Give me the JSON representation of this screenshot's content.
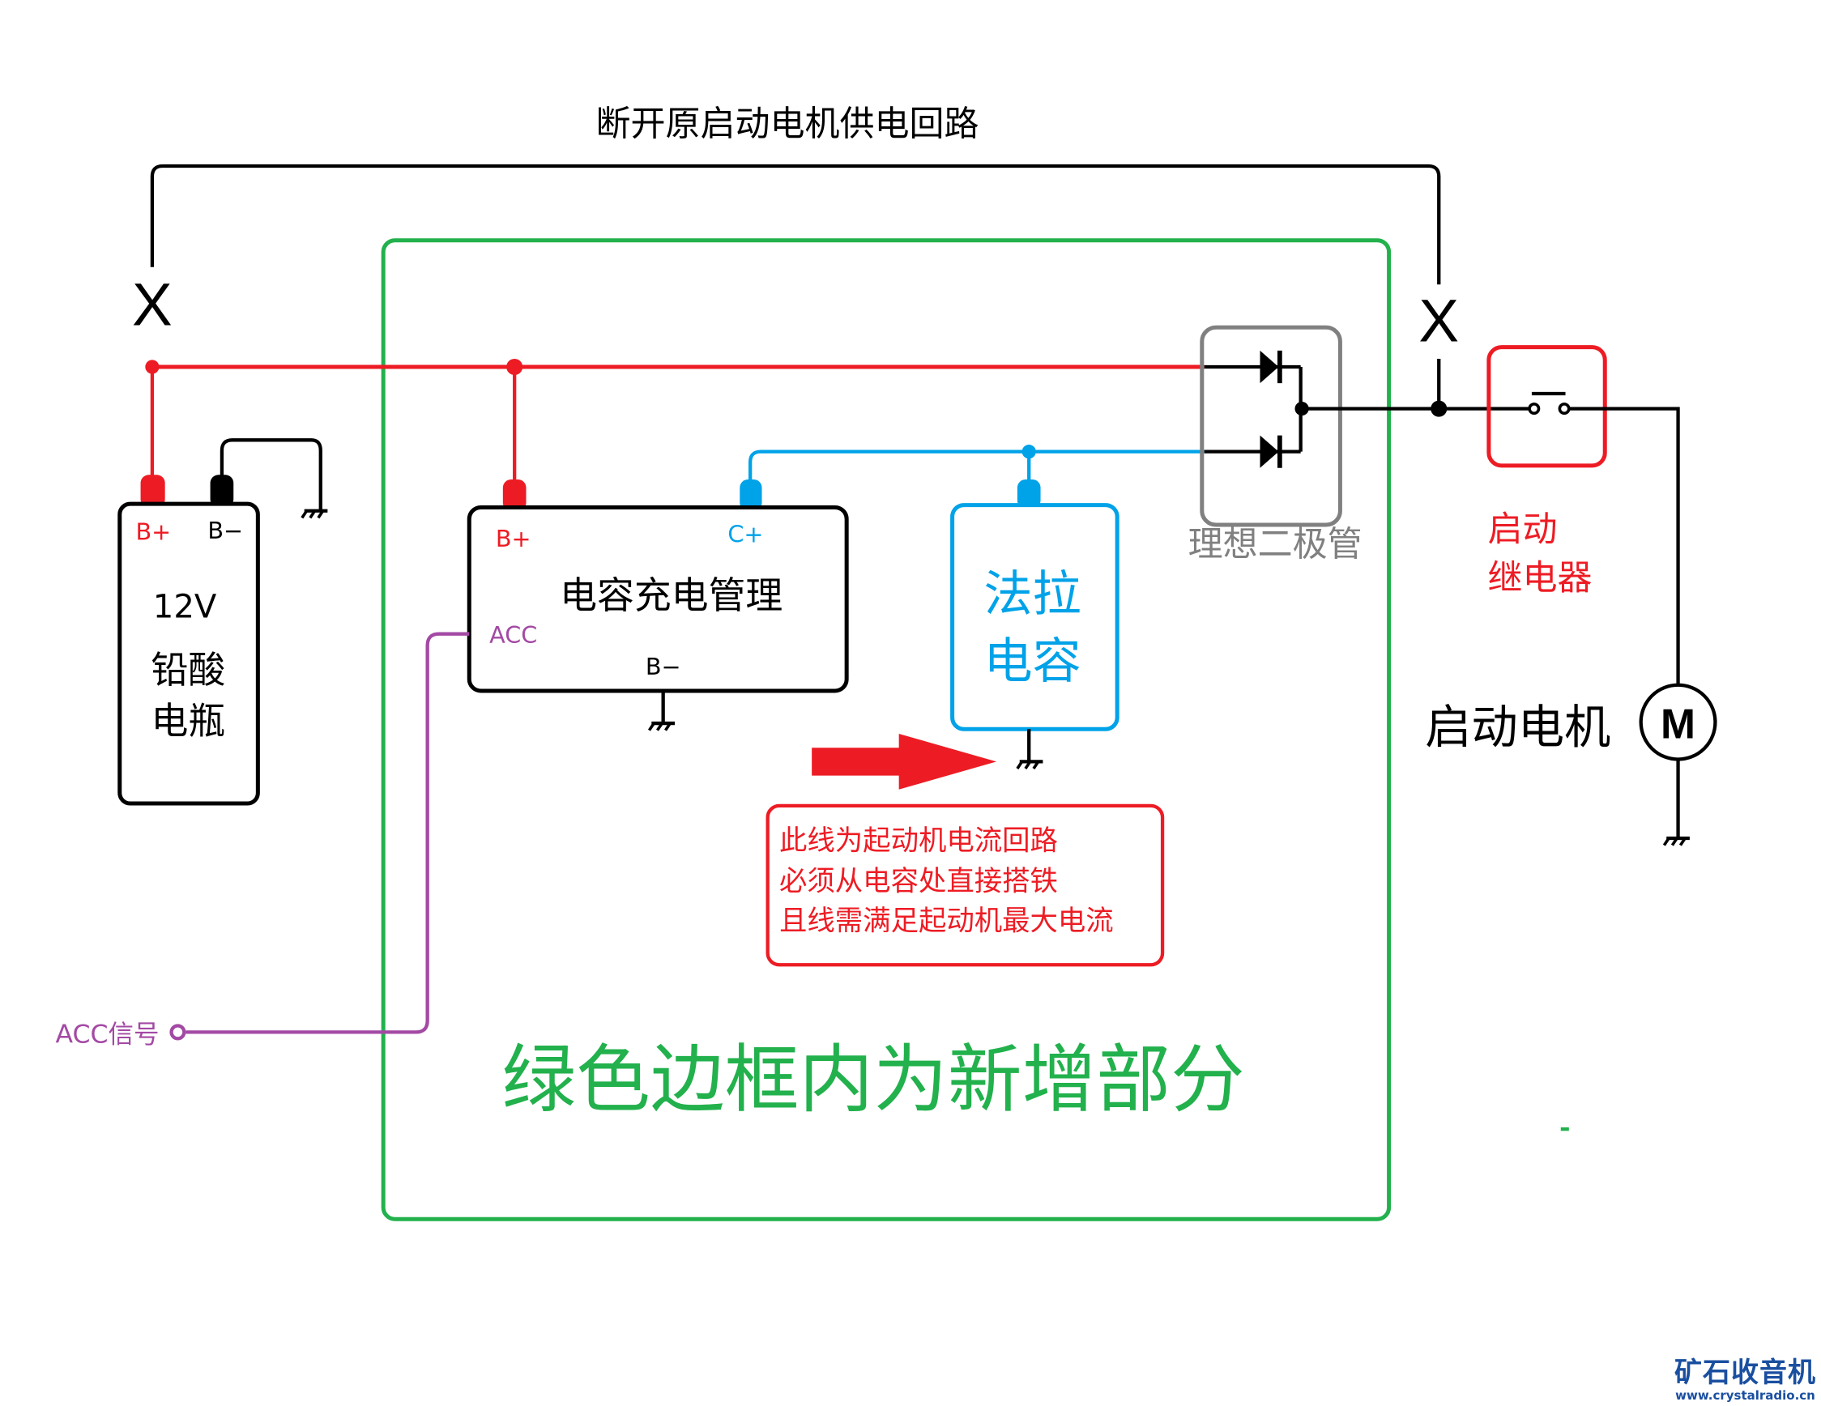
{
  "title": "断开原启动电机供电回路",
  "break_mark": "X",
  "colors": {
    "red": "#ed1c24",
    "black": "#000000",
    "green": "#22b14c",
    "blue": "#00a2e8",
    "gray": "#808080",
    "purple": "#a349a4",
    "watermark": "#1a4fa0"
  },
  "battery": {
    "pos_label": "B+",
    "neg_label": "B−",
    "voltage": "12V",
    "line1": "铅酸",
    "line2": "电瓶"
  },
  "charger": {
    "pos_label": "B+",
    "cap_label": "C+",
    "acc_label": "ACC",
    "neg_label": "B−",
    "name": "电容充电管理"
  },
  "supercap": {
    "line1": "法拉",
    "line2": "电容"
  },
  "ideal_diode": {
    "label": "理想二极管"
  },
  "relay": {
    "line1": "启动",
    "line2": "继电器"
  },
  "motor": {
    "label": "启动电机",
    "symbol": "M"
  },
  "acc_signal": {
    "label": "ACC信号"
  },
  "note": {
    "lines": [
      "此线为起动机电流回路",
      "必须从电容处直接搭铁",
      "且线需满足起动机最大电流"
    ]
  },
  "new_section_label": "绿色边框内为新增部分",
  "watermark": {
    "title": "矿石收音机",
    "url": "www.crystalradio.cn"
  }
}
